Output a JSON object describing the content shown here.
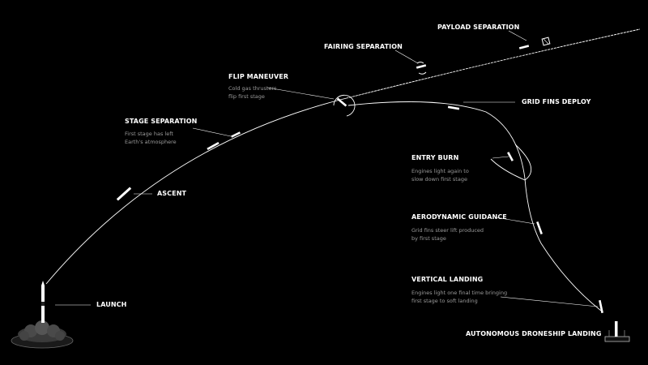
{
  "steps": {
    "launch": {
      "title": "LAUNCH"
    },
    "ascent": {
      "title": "ASCENT"
    },
    "stage_separation": {
      "title": "STAGE SEPARATION",
      "lines": [
        "First stage has left",
        "Earth's atmosphere"
      ]
    },
    "flip_maneuver": {
      "title": "FLIP MANEUVER",
      "lines": [
        "Cold gas thrusters",
        "flip first stage"
      ]
    },
    "fairing_separation": {
      "title": "FAIRING SEPARATION"
    },
    "payload_separation": {
      "title": "PAYLOAD SEPARATION"
    },
    "grid_fins_deploy": {
      "title": "GRID FINS DEPLOY"
    },
    "entry_burn": {
      "title": "ENTRY BURN",
      "lines": [
        "Engines light again to",
        "slow down first stage"
      ]
    },
    "aerodynamic_guidance": {
      "title": "AERODYNAMIC GUIDANCE",
      "lines": [
        "Grid fins steer lift produced",
        "by first stage"
      ]
    },
    "vertical_landing": {
      "title": "VERTICAL LANDING",
      "lines": [
        "Engines light one final time bringing",
        "first stage to soft landing"
      ]
    },
    "droneship_landing": {
      "title": "AUTONOMOUS DRONESHIP LANDING"
    }
  },
  "colors": {
    "background": "#000000",
    "trajectory": "#ffffff",
    "description_text": "#9a9a9a"
  }
}
